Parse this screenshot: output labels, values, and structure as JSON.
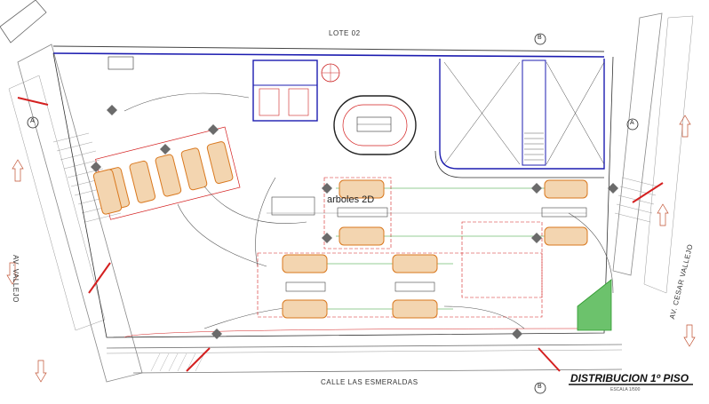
{
  "labels": {
    "lot": "LOTE 02",
    "street_bottom": "CALLE LAS ESMERALDAS",
    "street_left": "AV. VALLEJO",
    "street_right": "AV. CESAR VALLEJO",
    "annotation": "arboles 2D",
    "title": "DISTRIBUCION 1º PISO",
    "scale": "ESCALA 1/500",
    "marker_a": "A",
    "marker_b": "B"
  },
  "colors": {
    "wall": "#1c1cb0",
    "car": "#d9781e",
    "accent": "#d42020",
    "line": "#555555",
    "green": "#2e9a2e",
    "grey": "#808080"
  }
}
